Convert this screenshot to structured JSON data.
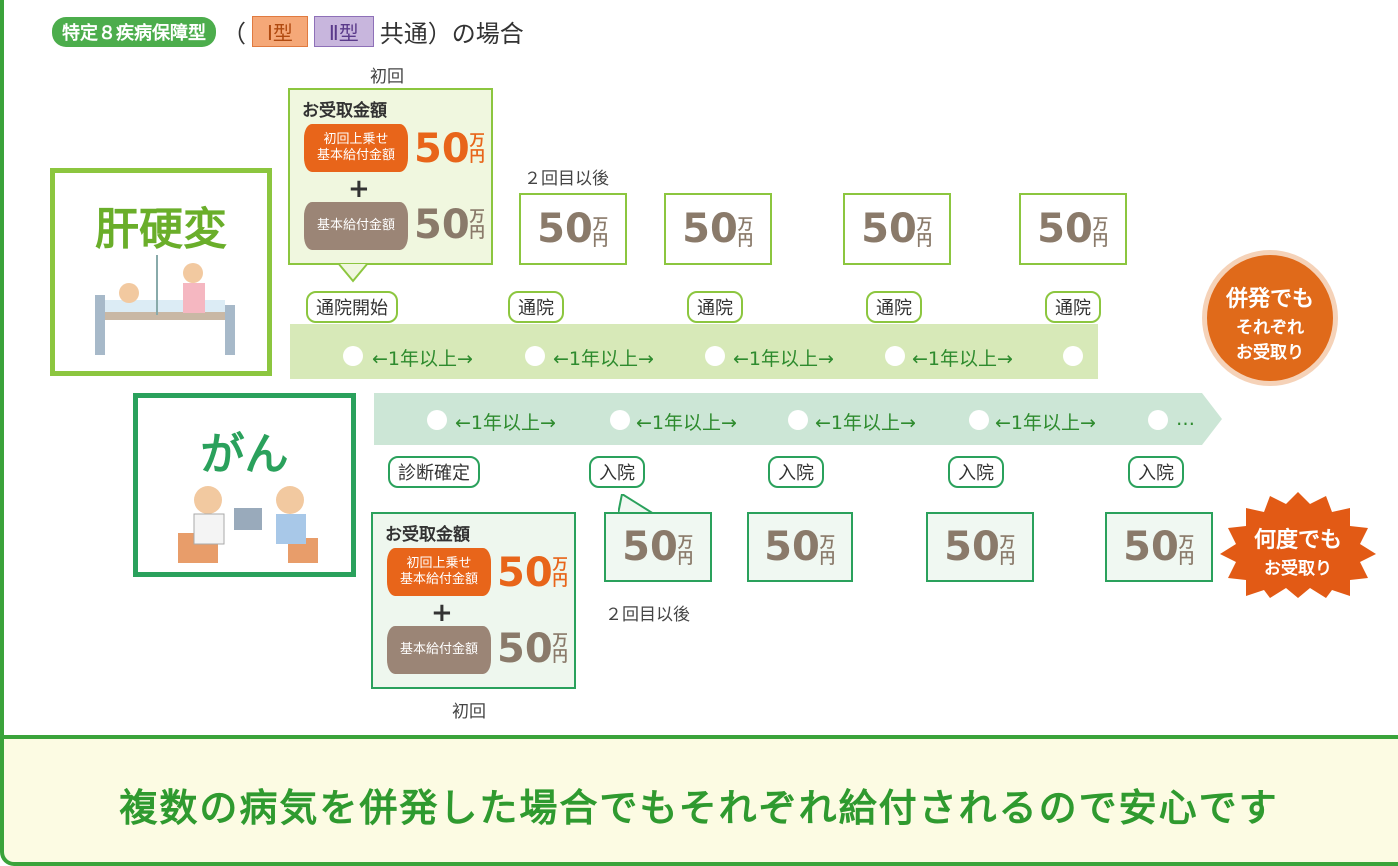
{
  "header": {
    "plan_label": "特定８疾病保障型",
    "open_paren": "（",
    "type1": "Ⅰ型",
    "type2": "Ⅱ型",
    "suffix": "共通）の場合"
  },
  "cirrhosis": {
    "title": "肝硬変",
    "first_label": "初回",
    "receive_title": "お受取金額",
    "extra_label_1": "初回上乗せ",
    "extra_label_2": "基本給付金額",
    "extra_amount": "50",
    "base_label": "基本給付金額",
    "base_amount": "50",
    "plus": "+",
    "unit": "万円",
    "second_label": "２回目以後",
    "events": [
      "通院開始",
      "通院",
      "通院",
      "通院",
      "通院"
    ],
    "amounts": [
      "50",
      "50",
      "50",
      "50"
    ],
    "interval": "←1年以上→",
    "badge_line1": "併発でも",
    "badge_line2": "それぞれ",
    "badge_line3": "お受取り"
  },
  "cancer": {
    "title": "がん",
    "first_label": "初回",
    "receive_title": "お受取金額",
    "extra_label_1": "初回上乗せ",
    "extra_label_2": "基本給付金額",
    "extra_amount": "50",
    "base_label": "基本給付金額",
    "base_amount": "50",
    "plus": "+",
    "unit": "万円",
    "second_label": "２回目以後",
    "events": [
      "診断確定",
      "入院",
      "入院",
      "入院",
      "入院"
    ],
    "amounts": [
      "50",
      "50",
      "50",
      "50"
    ],
    "interval": "←1年以上→",
    "ellipsis": "…",
    "badge_line1": "何度でも",
    "badge_line2": "お受取り"
  },
  "footer": {
    "message": "複数の病気を併発した場合でもそれぞれ給付されるので安心です"
  },
  "colors": {
    "green": "#3aa33a",
    "light_green": "#8cc63f",
    "orange": "#e8651a",
    "brown": "#9b8576"
  }
}
